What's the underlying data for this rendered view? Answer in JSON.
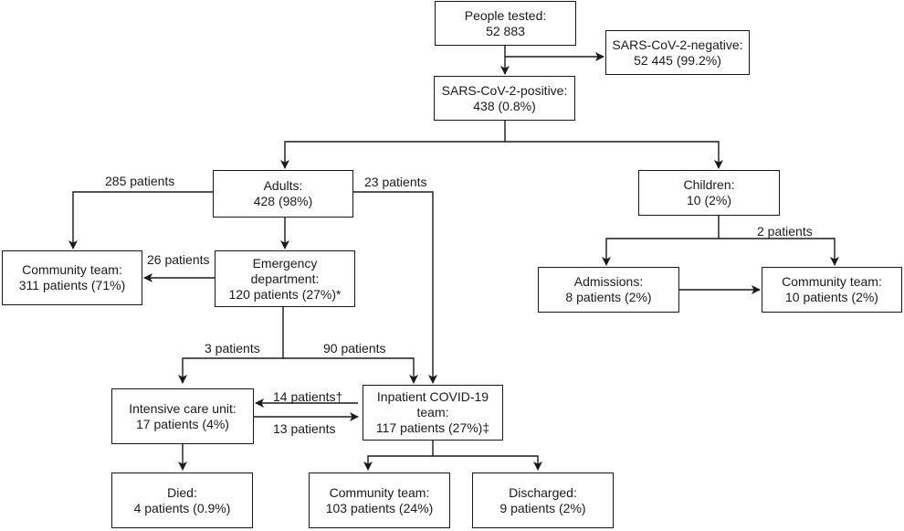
{
  "boxes": {
    "people_tested": {
      "line1": "People tested:",
      "line2": "52 883"
    },
    "negative": {
      "line1": "SARS-CoV-2-negative:",
      "line2": "52 445 (99.2%)"
    },
    "positive": {
      "line1": "SARS-CoV-2-positive:",
      "line2": "438 (0.8%)"
    },
    "adults": {
      "line1": "Adults:",
      "line2": "428 (98%)"
    },
    "children": {
      "line1": "Children:",
      "line2": "10 (2%)"
    },
    "community_adults": {
      "line1": "Community team:",
      "line2": "311 patients (71%)"
    },
    "emergency": {
      "line1": "Emergency",
      "line2": "department:",
      "line3": "120 patients (27%)*"
    },
    "admissions": {
      "line1": "Admissions:",
      "line2": "8 patients (2%)"
    },
    "community_children": {
      "line1": "Community team:",
      "line2": "10 patients (2%)"
    },
    "icu": {
      "line1": "Intensive care unit:",
      "line2": "17 patients (4%)"
    },
    "inpatient": {
      "line1": "Inpatient COVID-19",
      "line2": "team:",
      "line3": "117 patients (27%)‡"
    },
    "died": {
      "line1": "Died:",
      "line2": "4 patients (0.9%)"
    },
    "community_inpatient": {
      "line1": "Community team:",
      "line2": "103 patients (24%)"
    },
    "discharged": {
      "line1": "Discharged:",
      "line2": "9 patients (2%)"
    }
  },
  "labels": {
    "adults_to_community": "285 patients",
    "adults_to_inpatient": "23 patients",
    "ed_to_community": "26 patients",
    "children_to_community": "2 patients",
    "ed_to_icu": "3 patients",
    "ed_to_inpatient": "90 patients",
    "inpatient_to_icu": "14 patients†",
    "icu_to_inpatient": "13 patients"
  }
}
